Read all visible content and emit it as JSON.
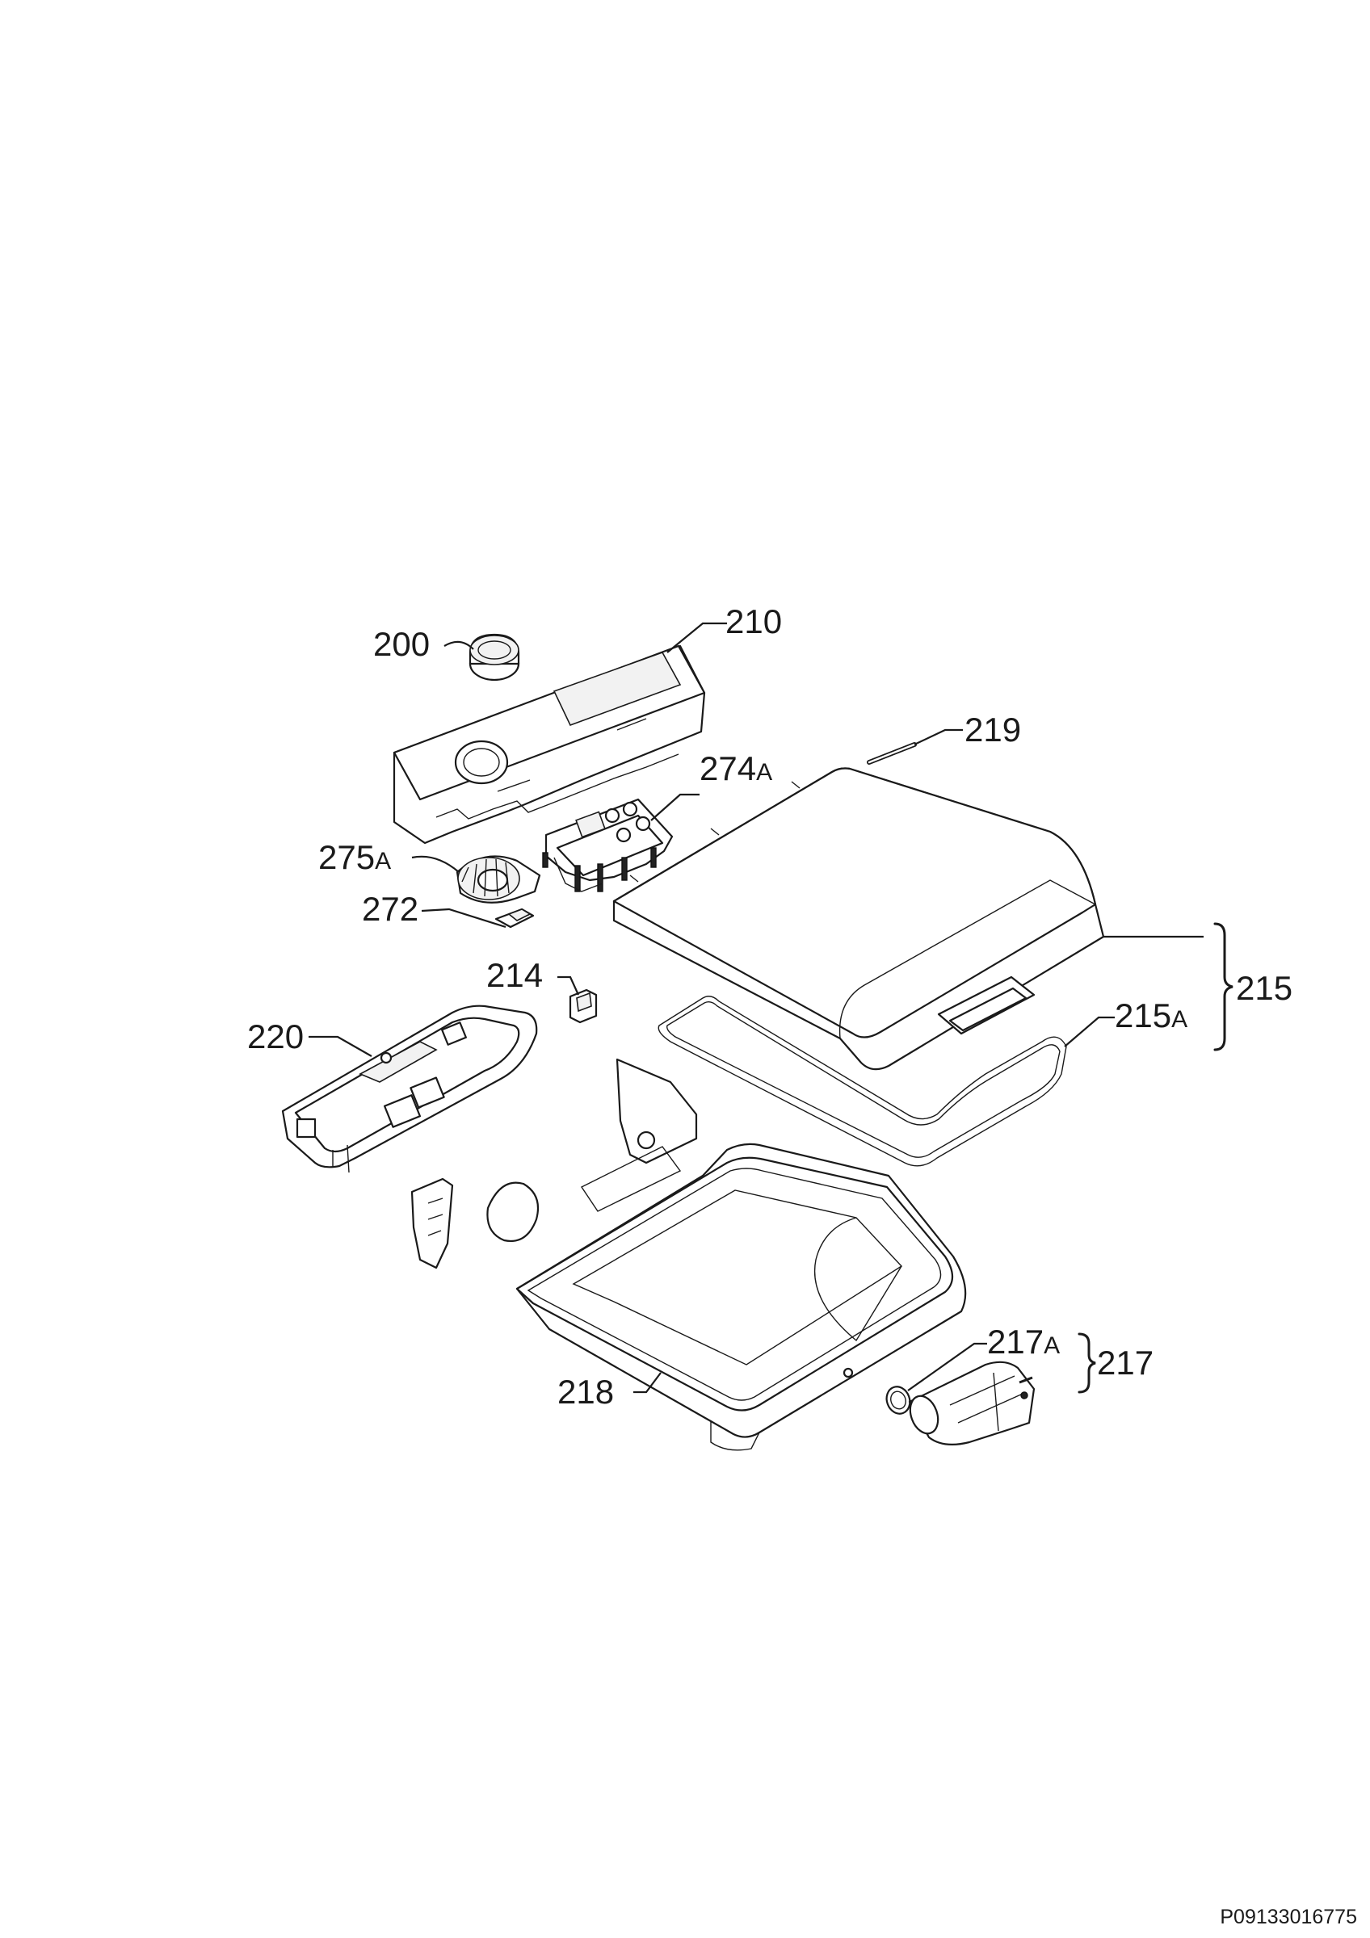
{
  "labels": {
    "p200": "200",
    "p210": "210",
    "p219": "219",
    "p274": "274",
    "p274_suffix": "A",
    "p275": "275",
    "p275_suffix": "A",
    "p272": "272",
    "p214": "214",
    "p215": "215",
    "p215a": "215",
    "p215a_suffix": "A",
    "p220": "220",
    "p217": "217",
    "p217a": "217",
    "p217a_suffix": "A",
    "p218": "218"
  },
  "document_id": "P09133016775",
  "colors": {
    "line": "#1a1a1a",
    "background": "#ffffff"
  }
}
